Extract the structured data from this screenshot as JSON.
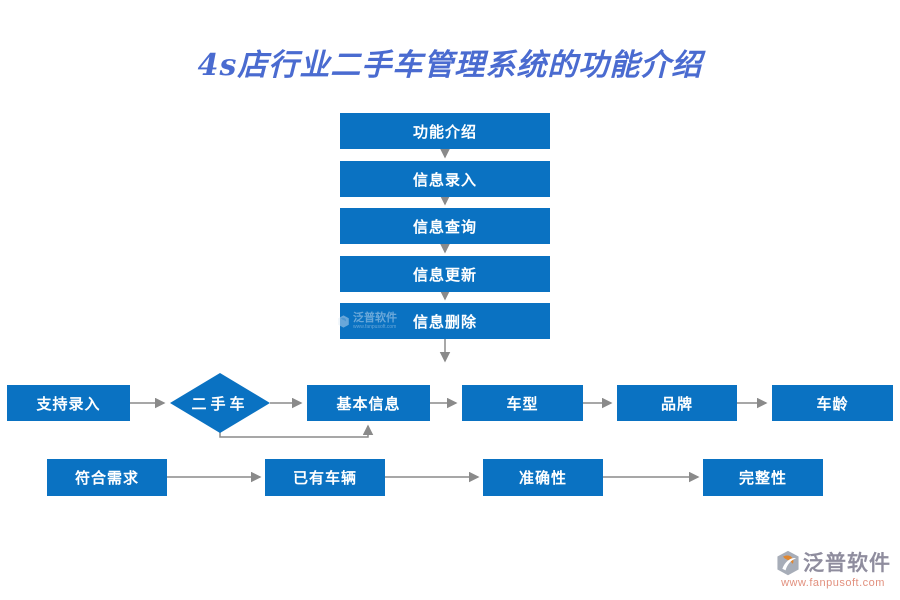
{
  "title": {
    "text": "4s店行业二手车管理系统的功能介绍"
  },
  "colors": {
    "node_blue": "#0a72c2",
    "title_blue": "#4a6bd0",
    "arrow_gray": "#8a8a8a",
    "node_text": "#ffffff",
    "logo_brand_gray": "#8f8d9e",
    "logo_url_salmon": "#e2907e",
    "logo_icon_orange": "#e0862f",
    "logo_icon_gray": "#a7adb8"
  },
  "main_flow": {
    "steps": [
      {
        "label": "功能介绍"
      },
      {
        "label": "信息录入"
      },
      {
        "label": "信息查询"
      },
      {
        "label": "信息更新"
      },
      {
        "label": "信息删除"
      }
    ]
  },
  "entry_row": {
    "source": {
      "label": "支持录入"
    },
    "decision": {
      "label": "二手车"
    },
    "steps": [
      {
        "label": "基本信息"
      },
      {
        "label": "车型"
      },
      {
        "label": "品牌"
      },
      {
        "label": "车龄"
      }
    ]
  },
  "quality_row": {
    "steps": [
      {
        "label": "符合需求"
      },
      {
        "label": "已有车辆"
      },
      {
        "label": "准确性"
      },
      {
        "label": "完整性"
      }
    ]
  },
  "watermark": {
    "brand": "泛普软件",
    "url": "www.fanpusoft.com"
  },
  "footer_logo": {
    "brand": "泛普软件",
    "url": "www.fanpusoft.com"
  }
}
